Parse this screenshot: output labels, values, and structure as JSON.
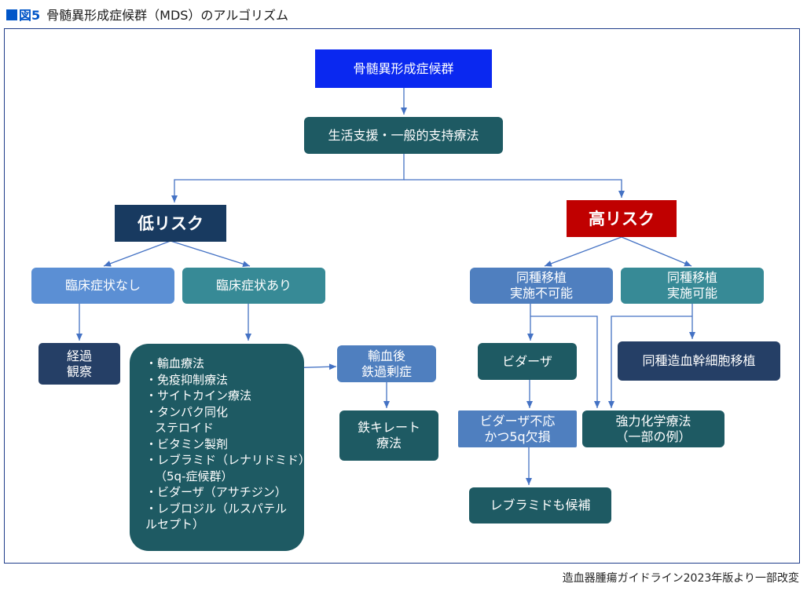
{
  "figure": {
    "label": "図5",
    "title": "骨髄異形成症候群（MDS）のアルゴリズム"
  },
  "nodes": {
    "root": [
      "骨髄異形成症候群"
    ],
    "support": [
      "生活支援・一般的支持療法"
    ],
    "low_risk": [
      "低リスク"
    ],
    "high_risk": [
      "高リスク"
    ],
    "no_symptoms": [
      "臨床症状なし"
    ],
    "symptoms": [
      "臨床症状あり"
    ],
    "observation": [
      "経過",
      "観察"
    ],
    "iron_overload": [
      "輸血後",
      "鉄過剰症"
    ],
    "iron_chelation": [
      "鉄キレート",
      "療法"
    ],
    "transplant_unable": [
      "同種移植",
      "実施不可能"
    ],
    "transplant_able": [
      "同種移植",
      "実施可能"
    ],
    "vidaza": [
      "ビダーザ"
    ],
    "hsct": [
      "同種造血幹細胞移植"
    ],
    "vidaza_refractory": [
      "ビダーザ不応",
      "かつ5q欠損"
    ],
    "intensive_chemo": [
      "強力化学療法",
      "（一部の例）"
    ],
    "revlimid": [
      "レブラミドも候補"
    ]
  },
  "treatments": [
    "・輸血療法",
    "・免疫抑制療法",
    "・サイトカイン療法",
    "・タンパク同化",
    "ステロイド",
    "・ビタミン製剤",
    "・レブラミド（レナリドミド）",
    "（5q-症候群）",
    "・ビダーザ（アサチジン）",
    "・レブロジル（ルスパテル",
    "ルセプト）"
  ],
  "credit": "造血器腫瘍ガイドライン2023年版より一部改変",
  "colors": {
    "blue": "#0a28f0",
    "teal": "#1e5a63",
    "navy": "#183a60",
    "red": "#c00000",
    "light_blue": "#5b8fd4",
    "mid_teal": "#378a96",
    "arrow": "#4472c4"
  }
}
